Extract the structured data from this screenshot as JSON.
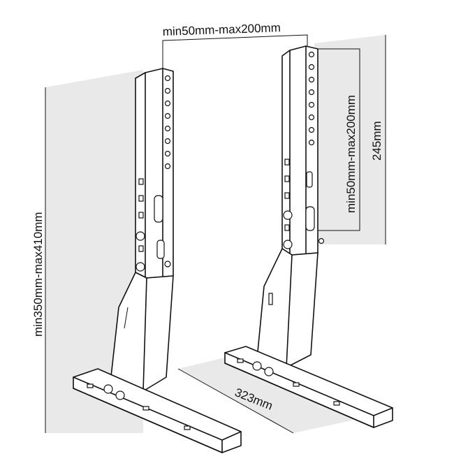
{
  "dimensions": {
    "bracket_spacing": "min50mm-max200mm",
    "vertical_adjust": "min50mm-max200mm",
    "bracket_height": "245mm",
    "total_height": "min350mm-max410mm",
    "base_length": "323mm"
  }
}
